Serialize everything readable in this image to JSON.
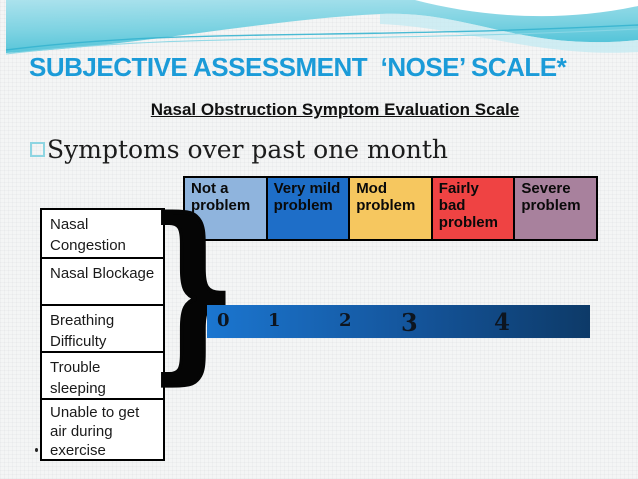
{
  "slide": {
    "title": "SUBJECTIVE ASSESSMENT  ‘NOSE’ SCALE*",
    "subtitle": "Nasal Obstruction Symptom Evaluation Scale",
    "bullet_text": "Symptoms over past one month"
  },
  "rating_header": {
    "cells": [
      {
        "label": "Not  a problem",
        "color": "#8fb4dd"
      },
      {
        "label": "Very mild problem",
        "color": "#1e6ec8"
      },
      {
        "label": "Mod problem",
        "color": "#f6c75f"
      },
      {
        "label": "Fairly bad problem",
        "color": "#ef4343"
      },
      {
        "label": "Severe problem",
        "color": "#a8819d"
      }
    ]
  },
  "symptom_table": {
    "rows": [
      "Nasal Congestion",
      "Nasal Blockage",
      "Breathing Difficulty",
      "Trouble sleeping",
      "Unable to get air during exercise"
    ]
  },
  "scale_bar": {
    "ticks": [
      "0",
      "1",
      "2",
      "3",
      "4"
    ],
    "gradient_start": "#1b76d0",
    "gradient_mid": "#14549a",
    "gradient_end": "#0d3a68"
  },
  "brace_glyph": "}",
  "colors": {
    "title_text": "#1b9bd8",
    "accent_teal": "#56c5da",
    "bullet_square_border": "#8ed5e2"
  }
}
